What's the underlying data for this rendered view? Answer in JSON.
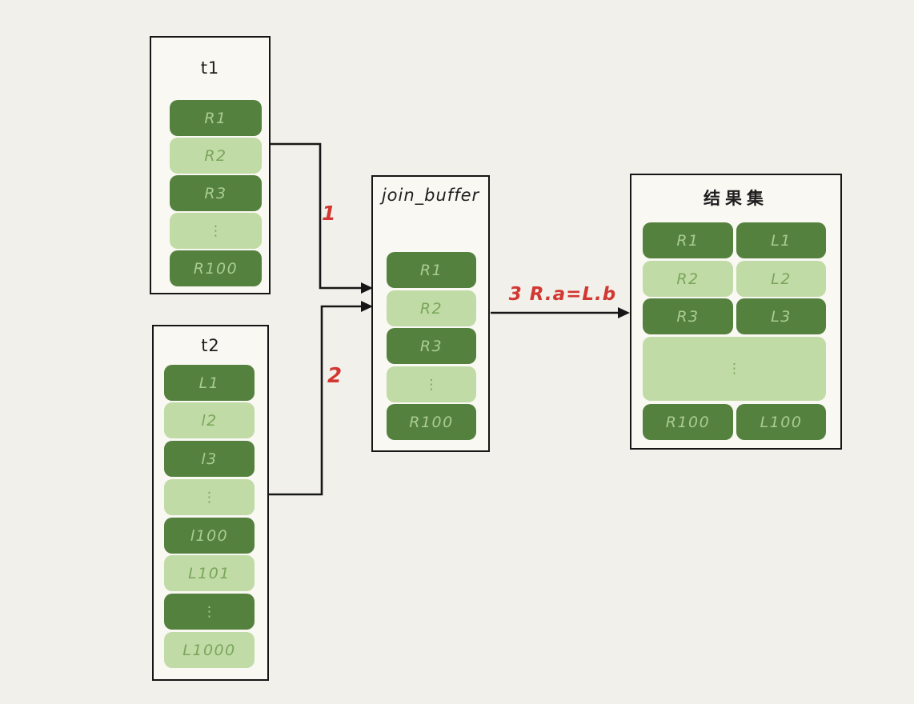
{
  "page": {
    "background_color": "#f2f0ea",
    "panel_background_color": "#f9f8f3",
    "wire_color": "#161616",
    "annotation_color": "#d23732",
    "row_dark_color": "#55813f",
    "row_light_color": "#c1dba6",
    "row_text_on_dark_color": "#a9cc8f",
    "row_text_on_light_color": "#79a65b"
  },
  "diagram": {
    "t1": {
      "title": "t1",
      "rows": [
        {
          "label": "R1"
        },
        {
          "label": "R2"
        },
        {
          "label": "R3"
        },
        {
          "label": "⋮"
        },
        {
          "label": "R100"
        }
      ]
    },
    "t2": {
      "title": "t2",
      "rows": [
        {
          "label": "L1"
        },
        {
          "label": "l2"
        },
        {
          "label": "l3"
        },
        {
          "label": "⋮"
        },
        {
          "label": "l100"
        },
        {
          "label": "L101"
        },
        {
          "label": "⋮"
        },
        {
          "label": "L1000"
        }
      ]
    },
    "join_buffer": {
      "title": "join_buffer",
      "rows": [
        {
          "label": "R1"
        },
        {
          "label": "R2"
        },
        {
          "label": "R3"
        },
        {
          "label": "⋮"
        },
        {
          "label": "R100"
        }
      ]
    },
    "result": {
      "title": "结果集",
      "rows": [
        {
          "left": "R1",
          "right": "L1"
        },
        {
          "left": "R2",
          "right": "L2"
        },
        {
          "left": "R3",
          "right": "L3"
        },
        {
          "dots": "⋮"
        },
        {
          "left": "R100",
          "right": "L100"
        }
      ]
    },
    "arrows": {
      "step1": {
        "label": "1"
      },
      "step2": {
        "label": "2"
      },
      "step3": {
        "label": "3 R.a=L.b"
      }
    }
  }
}
